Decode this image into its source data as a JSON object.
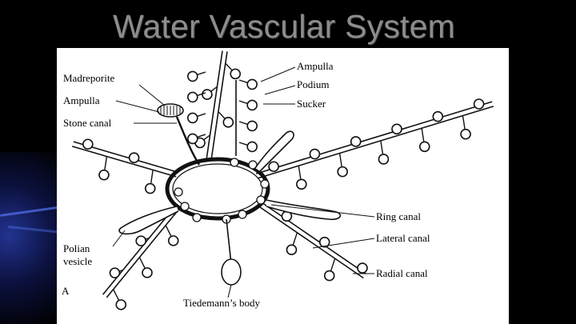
{
  "slide": {
    "title": "Water Vascular System"
  },
  "figure": {
    "panel_letter": "A",
    "labels": {
      "madreporite": "Madreporite",
      "ampulla_left": "Ampulla",
      "stone_canal": "Stone canal",
      "polian": "Polian",
      "vesicle": "vesicle",
      "ampulla_top": "Ampulla",
      "podium": "Podium",
      "sucker": "Sucker",
      "ring_canal": "Ring canal",
      "lateral_canal": "Lateral canal",
      "radial_canal": "Radial canal",
      "tiedemann": "Tiedemann’s body"
    }
  },
  "colors": {
    "background": "#000000",
    "title": "#8d8d8d",
    "figure_bg": "#ffffff",
    "ink": "#111111",
    "accent_glow": "#283caa"
  }
}
